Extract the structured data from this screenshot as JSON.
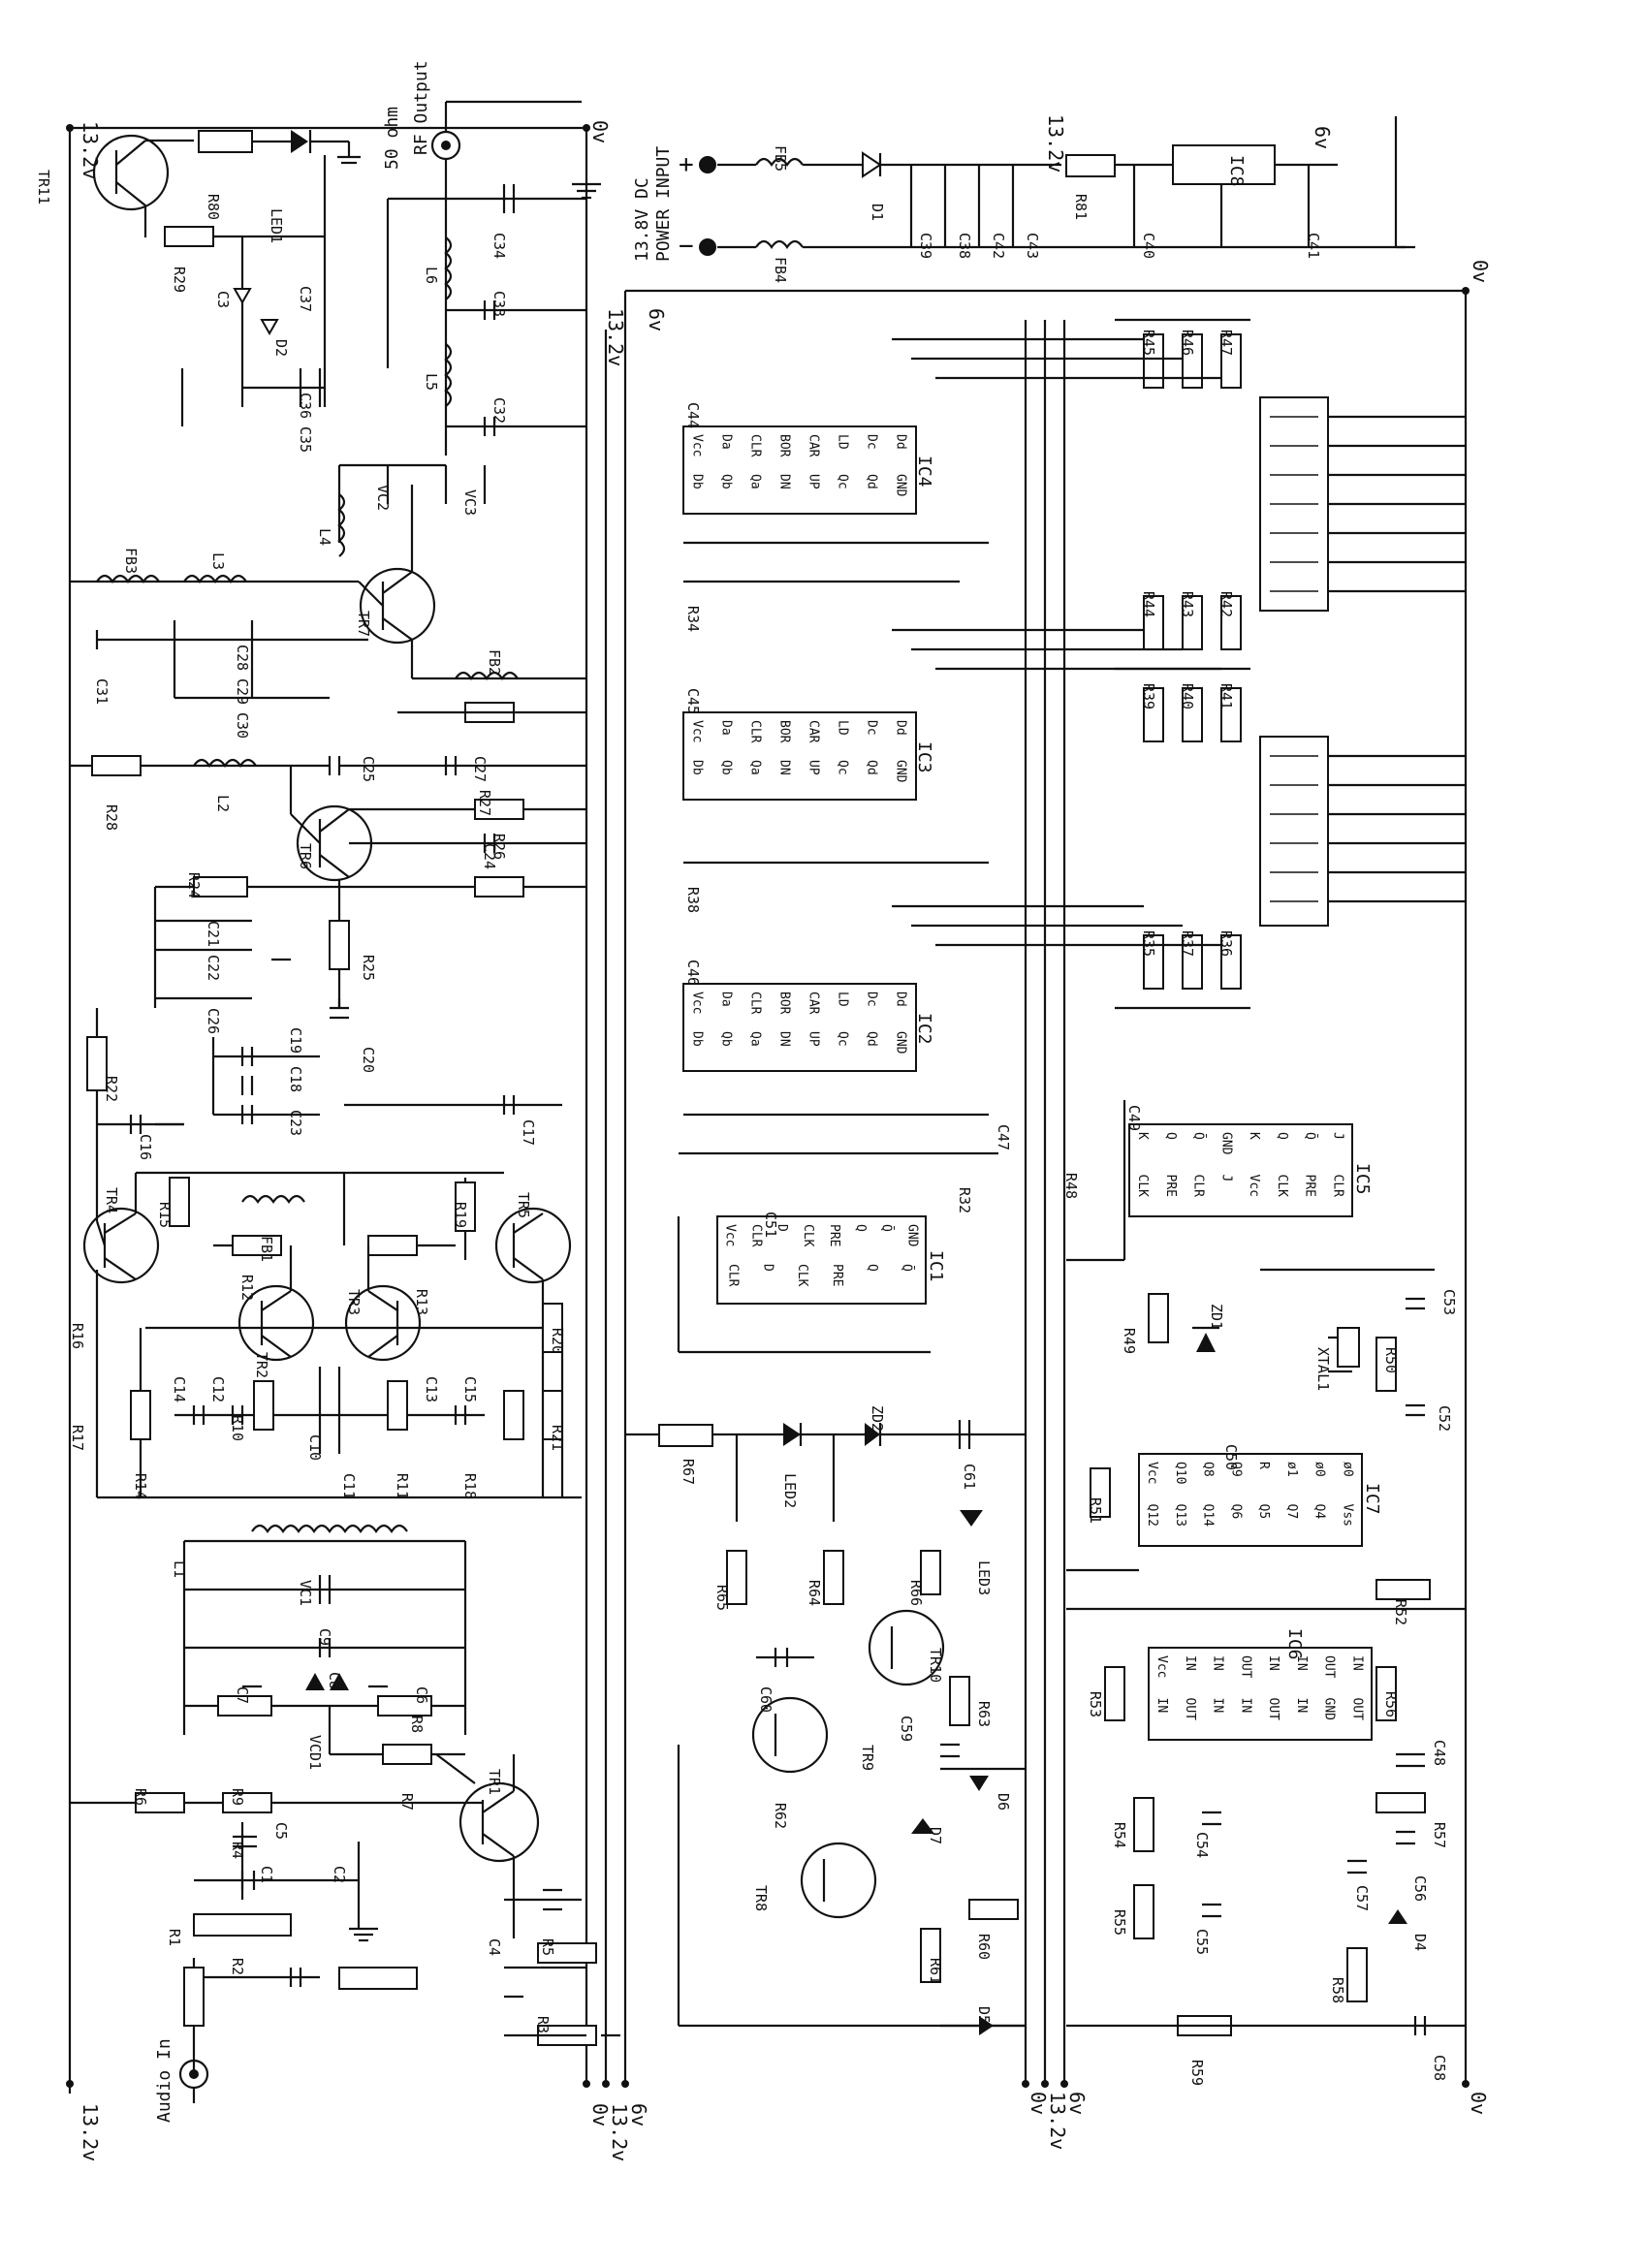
{
  "title": "",
  "rails": {
    "v13_top": "13.2v",
    "v13_bottom_left": "13.2v",
    "v0_a": "0v",
    "v13_b": "13.2v",
    "v6_b": "6v",
    "v0_c": "0v",
    "v13_c": "13.2v",
    "v6_c": "6v",
    "v0_right": "0v",
    "v0_top_right": "0v",
    "v0_top_mid": "0v",
    "v6_top": "6v",
    "v13_top_mid": "13.2v",
    "v6_mid": "6v"
  },
  "connectors": {
    "audio_in": "Audio In",
    "rf_output": "RF Output",
    "rf_impedance": "50 ohm",
    "power_input": "POWER INPUT",
    "power_voltage": "13.8V DC"
  },
  "transistors": [
    "TR11",
    "TR7",
    "TR6",
    "TR4",
    "TR5",
    "TR2",
    "TR3",
    "TR1",
    "TR10",
    "TR9",
    "TR8"
  ],
  "ics": {
    "ic4": "IC4",
    "ic3": "IC3",
    "ic2": "IC2",
    "ic1": "IC1",
    "ic5": "IC5",
    "ic7": "IC7",
    "ic6": "IC6",
    "ic8": "IC8"
  },
  "counter_pins": {
    "left": [
      "Db",
      "Qb",
      "Qa",
      "DN",
      "UP",
      "Qc",
      "Qd",
      "GND"
    ],
    "right": [
      "Vcc",
      "Da",
      "CLR",
      "BOR",
      "CAR",
      "LD",
      "Dc",
      "Dd"
    ]
  },
  "ic1_pins": {
    "left": [
      "CLR",
      "D",
      "CLK",
      "PRE",
      "Q",
      "Q̄"
    ],
    "right": [
      "Vcc",
      "CLR",
      "D",
      "CLK",
      "PRE",
      "Q",
      "Q̄",
      "GND"
    ]
  },
  "ic5_pins": {
    "top": [
      "K",
      "Q",
      "Q̄",
      "GND",
      "K",
      "Q",
      "Q̄",
      "J"
    ],
    "bottom": [
      "CLK",
      "PRE",
      "CLR",
      "J",
      "Vcc",
      "CLK",
      "PRE",
      "CLR"
    ]
  },
  "ic7_pins": {
    "top": [
      "Vcc",
      "Q10",
      "Q8",
      "Q9",
      "R",
      "ø1",
      "ø0",
      "ø0"
    ],
    "bottom": [
      "Q12",
      "Q13",
      "Q14",
      "Q6",
      "Q5",
      "Q7",
      "Q4",
      "Vss"
    ]
  },
  "ic6_pins": {
    "top": [
      "Vcc",
      "IN",
      "IN",
      "OUT",
      "IN",
      "IN",
      "OUT",
      "IN"
    ],
    "bottom": [
      "IN",
      "OUT",
      "IN",
      "IN",
      "OUT",
      "IN",
      "GND",
      "OUT"
    ]
  },
  "resistors": [
    "R80",
    "R29",
    "R28",
    "R24",
    "R25",
    "R26",
    "R27",
    "R22",
    "R15",
    "R16",
    "R17",
    "R14",
    "R12",
    "R13",
    "R10",
    "R11",
    "R18",
    "R19",
    "R20",
    "R21",
    "R6",
    "R9",
    "R7",
    "R8",
    "R4",
    "R1",
    "R2",
    "R3",
    "R5",
    "R45",
    "R46",
    "R47",
    "R34",
    "R44",
    "R43",
    "R42",
    "R39",
    "R40",
    "R41",
    "R38",
    "R36",
    "R37",
    "R35",
    "R48",
    "R32",
    "R49",
    "R50",
    "R51",
    "R52",
    "R53",
    "R56",
    "R54",
    "R55",
    "R57",
    "R58",
    "R59",
    "R67",
    "R65",
    "R64",
    "R66",
    "R63",
    "R62",
    "R61",
    "R60",
    "R81"
  ],
  "capacitors": [
    "C3",
    "C37",
    "C36",
    "C35",
    "C34",
    "C33",
    "C32",
    "C31",
    "C28",
    "C29",
    "C30",
    "C25",
    "C27",
    "C24",
    "C21",
    "C22",
    "C26",
    "C19",
    "C18",
    "C23",
    "C20",
    "C16",
    "C17",
    "C14",
    "C12",
    "C10",
    "C11",
    "C13",
    "C15",
    "C9",
    "C8",
    "C7",
    "C6",
    "C5",
    "C1",
    "C2",
    "C4",
    "C44",
    "C45",
    "C46",
    "C47",
    "C51",
    "C49",
    "C53",
    "C52",
    "C50",
    "C48",
    "C54",
    "C55",
    "C56",
    "C57",
    "C58",
    "C60",
    "C61",
    "C59",
    "C39",
    "C38",
    "C42",
    "C43",
    "C40",
    "C41"
  ],
  "inductors": [
    "L6",
    "L5",
    "L4",
    "L3",
    "L2",
    "L1",
    "FB3",
    "FB2",
    "FB1",
    "FB5",
    "FB4"
  ],
  "diodes": [
    "LED1",
    "D2",
    "D1",
    "D4",
    "D5",
    "D6",
    "D7",
    "LED2",
    "LED3",
    "ZD1",
    "ZD2",
    "VCD1"
  ],
  "trimmers": [
    "VC1",
    "VC2",
    "VC3"
  ],
  "crystal": "XTAL1"
}
